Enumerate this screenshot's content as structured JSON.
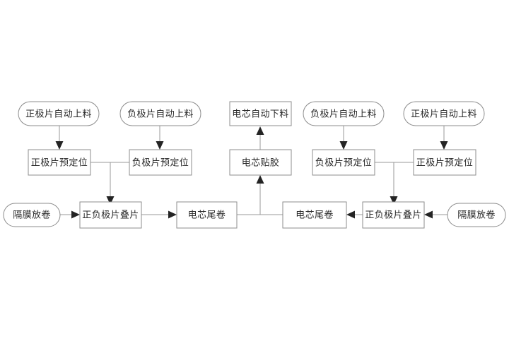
{
  "diagram": {
    "type": "process-flowchart",
    "title": "",
    "background_color": "#ffffff",
    "box_border_color": "#8c8c8c",
    "box_fill_color": "#ffffff",
    "line_color": "#9a9a9a",
    "arrowhead_color": "#242424",
    "text_color": "#2b2b2b",
    "nodes": [
      {
        "id": "n1",
        "label": "正极片自动上料",
        "shape": "rounded"
      },
      {
        "id": "n2",
        "label": "负极片自动上料",
        "shape": "rounded"
      },
      {
        "id": "n3",
        "label": "电芯自动下料",
        "shape": "rect"
      },
      {
        "id": "n4",
        "label": "负极片自动上料",
        "shape": "rounded"
      },
      {
        "id": "n5",
        "label": "正极片自动上料",
        "shape": "rounded"
      },
      {
        "id": "n6",
        "label": "正极片预定位",
        "shape": "rect"
      },
      {
        "id": "n7",
        "label": "负极片预定位",
        "shape": "rect"
      },
      {
        "id": "n8",
        "label": "电芯贴胶",
        "shape": "rect"
      },
      {
        "id": "n9",
        "label": "负极片预定位",
        "shape": "rect"
      },
      {
        "id": "n10",
        "label": "正极片预定位",
        "shape": "rect"
      },
      {
        "id": "n11",
        "label": "隔膜放卷",
        "shape": "rounded"
      },
      {
        "id": "n12",
        "label": "正负极片叠片",
        "shape": "rect"
      },
      {
        "id": "n13",
        "label": "电芯尾卷",
        "shape": "rect"
      },
      {
        "id": "n14",
        "label": "电芯尾卷",
        "shape": "rect"
      },
      {
        "id": "n15",
        "label": "正负极片叠片",
        "shape": "rect"
      },
      {
        "id": "n16",
        "label": "隔膜放卷",
        "shape": "rounded"
      }
    ],
    "edges": [
      {
        "from": "n1",
        "to": "n6",
        "arrow": "down"
      },
      {
        "from": "n2",
        "to": "n7",
        "arrow": "down"
      },
      {
        "from": "n4",
        "to": "n9",
        "arrow": "down"
      },
      {
        "from": "n5",
        "to": "n10",
        "arrow": "down"
      },
      {
        "from": "n6",
        "to": "n12",
        "arrow": "down",
        "via": "junction-left"
      },
      {
        "from": "n7",
        "to": "n12",
        "arrow": "down",
        "via": "junction-left"
      },
      {
        "from": "n9",
        "to": "n15",
        "arrow": "down",
        "via": "junction-right"
      },
      {
        "from": "n10",
        "to": "n15",
        "arrow": "down",
        "via": "junction-right"
      },
      {
        "from": "n11",
        "to": "n12",
        "arrow": "right"
      },
      {
        "from": "n12",
        "to": "n13",
        "arrow": "right"
      },
      {
        "from": "n16",
        "to": "n15",
        "arrow": "left"
      },
      {
        "from": "n15",
        "to": "n14",
        "arrow": "left"
      },
      {
        "from": "n13",
        "to": "n8",
        "arrow": "up",
        "via": "junction-center"
      },
      {
        "from": "n14",
        "to": "n8",
        "arrow": "up",
        "via": "junction-center"
      },
      {
        "from": "n8",
        "to": "n3",
        "arrow": "up"
      }
    ]
  }
}
